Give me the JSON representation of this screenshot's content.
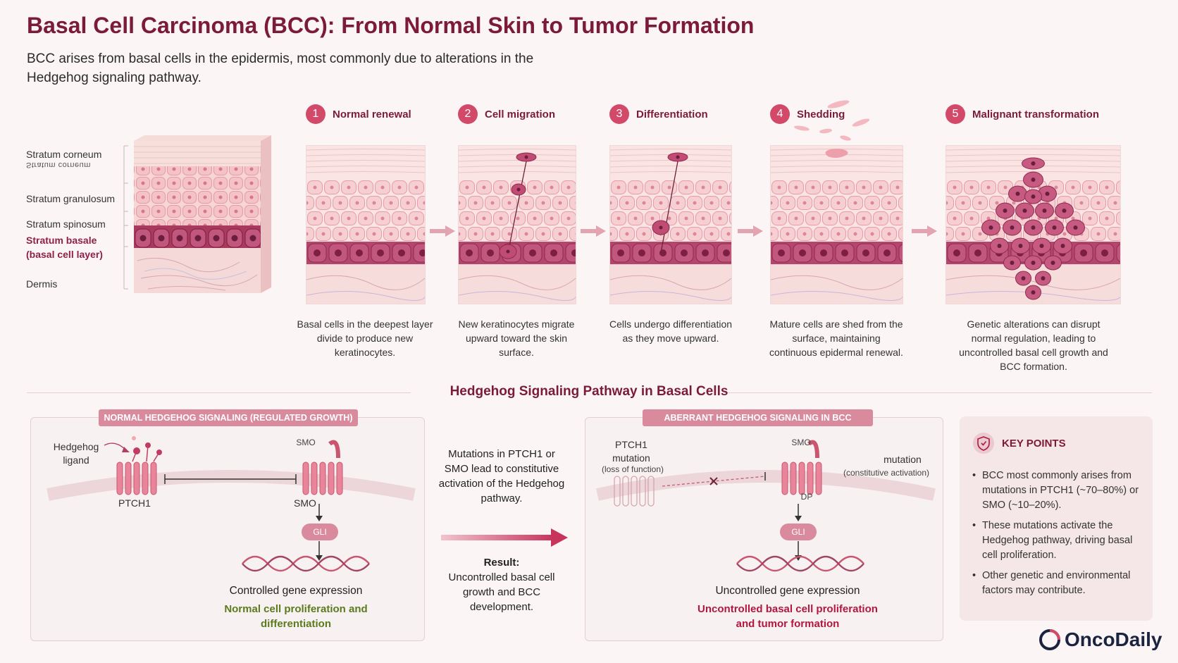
{
  "header": {
    "title": "Basal Cell Carcinoma (BCC): From Normal Skin to Tumor Formation",
    "subtitle": "BCC arises from basal cells in the epidermis, most commonly due to alterations in the Hedgehog signaling pathway."
  },
  "layers": {
    "corneum": "Stratum corneum",
    "corneum_ghost": "Stratum corneum",
    "spinosum": "Stratum spinosum",
    "granulosum": "Stratum granulosum",
    "basale": "Stratum basale",
    "basale_sub": "(basal cell layer)",
    "dermis": "Dermis"
  },
  "steps": [
    {
      "num": "1",
      "title": "Normal renewal",
      "desc": "Basal cells in the deepest layer divide to produce new keratinocytes."
    },
    {
      "num": "2",
      "title": "Cell migration",
      "desc": "New keratinocytes migrate upward toward the skin surface."
    },
    {
      "num": "3",
      "title": "Differentiation",
      "desc": "Cells undergo differentiation as they move upward."
    },
    {
      "num": "4",
      "title": "Shedding",
      "desc": "Mature cells are shed from the surface, maintaining continuous epidermal renewal."
    },
    {
      "num": "5",
      "title": "Malignant transformation",
      "desc": "Genetic alterations can disrupt normal regulation, leading to uncontrolled basal cell growth and BCC formation."
    }
  ],
  "pathway": {
    "section_title": "Hedgehog Signaling Pathway in Basal Cells",
    "normal": {
      "tag": "NORMAL HEDGEHOG SIGNALING (REGULATED GROWTH)",
      "ligand": "Hedgehog ligand",
      "ptch1": "PTCH1",
      "smo": "SMO",
      "smo_top": "SMO",
      "gli": "GLI",
      "gene": "Controlled gene expression",
      "outcome": "Normal cell proliferation and differentiation"
    },
    "middle": {
      "text": "Mutations in PTCH1 or SMO lead to constitutive activation of the Hedgehog pathway.",
      "result_label": "Result:",
      "result_text": "Uncontrolled basal cell growth and BCC development."
    },
    "aberrant": {
      "tag": "ABERRANT HEDGEHOG SIGNALING IN BCC",
      "ptch1_mut": "PTCH1 mutation",
      "ptch1_sub": "(loss of function)",
      "smo_top": "SMO",
      "smo_mut": "mutation",
      "smo_sub": "(constitutive activation)",
      "smo_below": "DP",
      "gli": "GLI",
      "gene": "Uncontrolled gene expression",
      "outcome": "Uncontrolled basal cell proliferation and tumor formation"
    }
  },
  "key_points": {
    "title": "KEY POINTS",
    "items": [
      "BCC most commonly arises from mutations in PTCH1 (~70–80%) or SMO (~10–20%).",
      "These mutations activate the Hedgehog pathway, driving basal cell proliferation.",
      "Other genetic and environmental factors may contribute."
    ]
  },
  "brand": {
    "name": "OncoDaily"
  },
  "colors": {
    "accent": "#7b1a3a",
    "pink": "#d2496a",
    "tissue": "#f6d4d6",
    "basal": "#b8486e",
    "green": "#5b7b1e"
  }
}
